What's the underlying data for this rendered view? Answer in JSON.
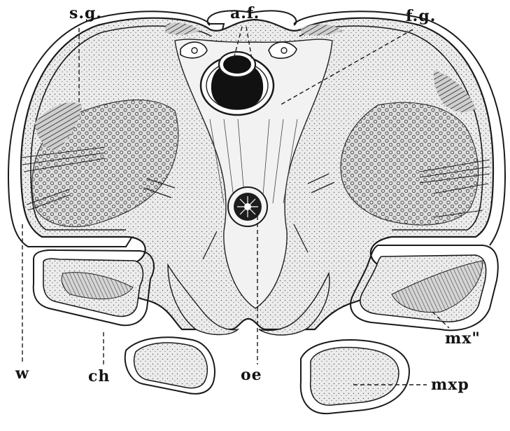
{
  "labels": {
    "sg": "s.g.",
    "af": "a.f.",
    "fg": "f.g.",
    "w": "w",
    "ch": "ch",
    "oe": "oe",
    "mx2": "mx\"",
    "mxp": "mxp"
  },
  "colors": {
    "ink": "#1a1a1a",
    "tissue": "#ebebeb",
    "background": "#ffffff",
    "lumen": "#111111"
  }
}
